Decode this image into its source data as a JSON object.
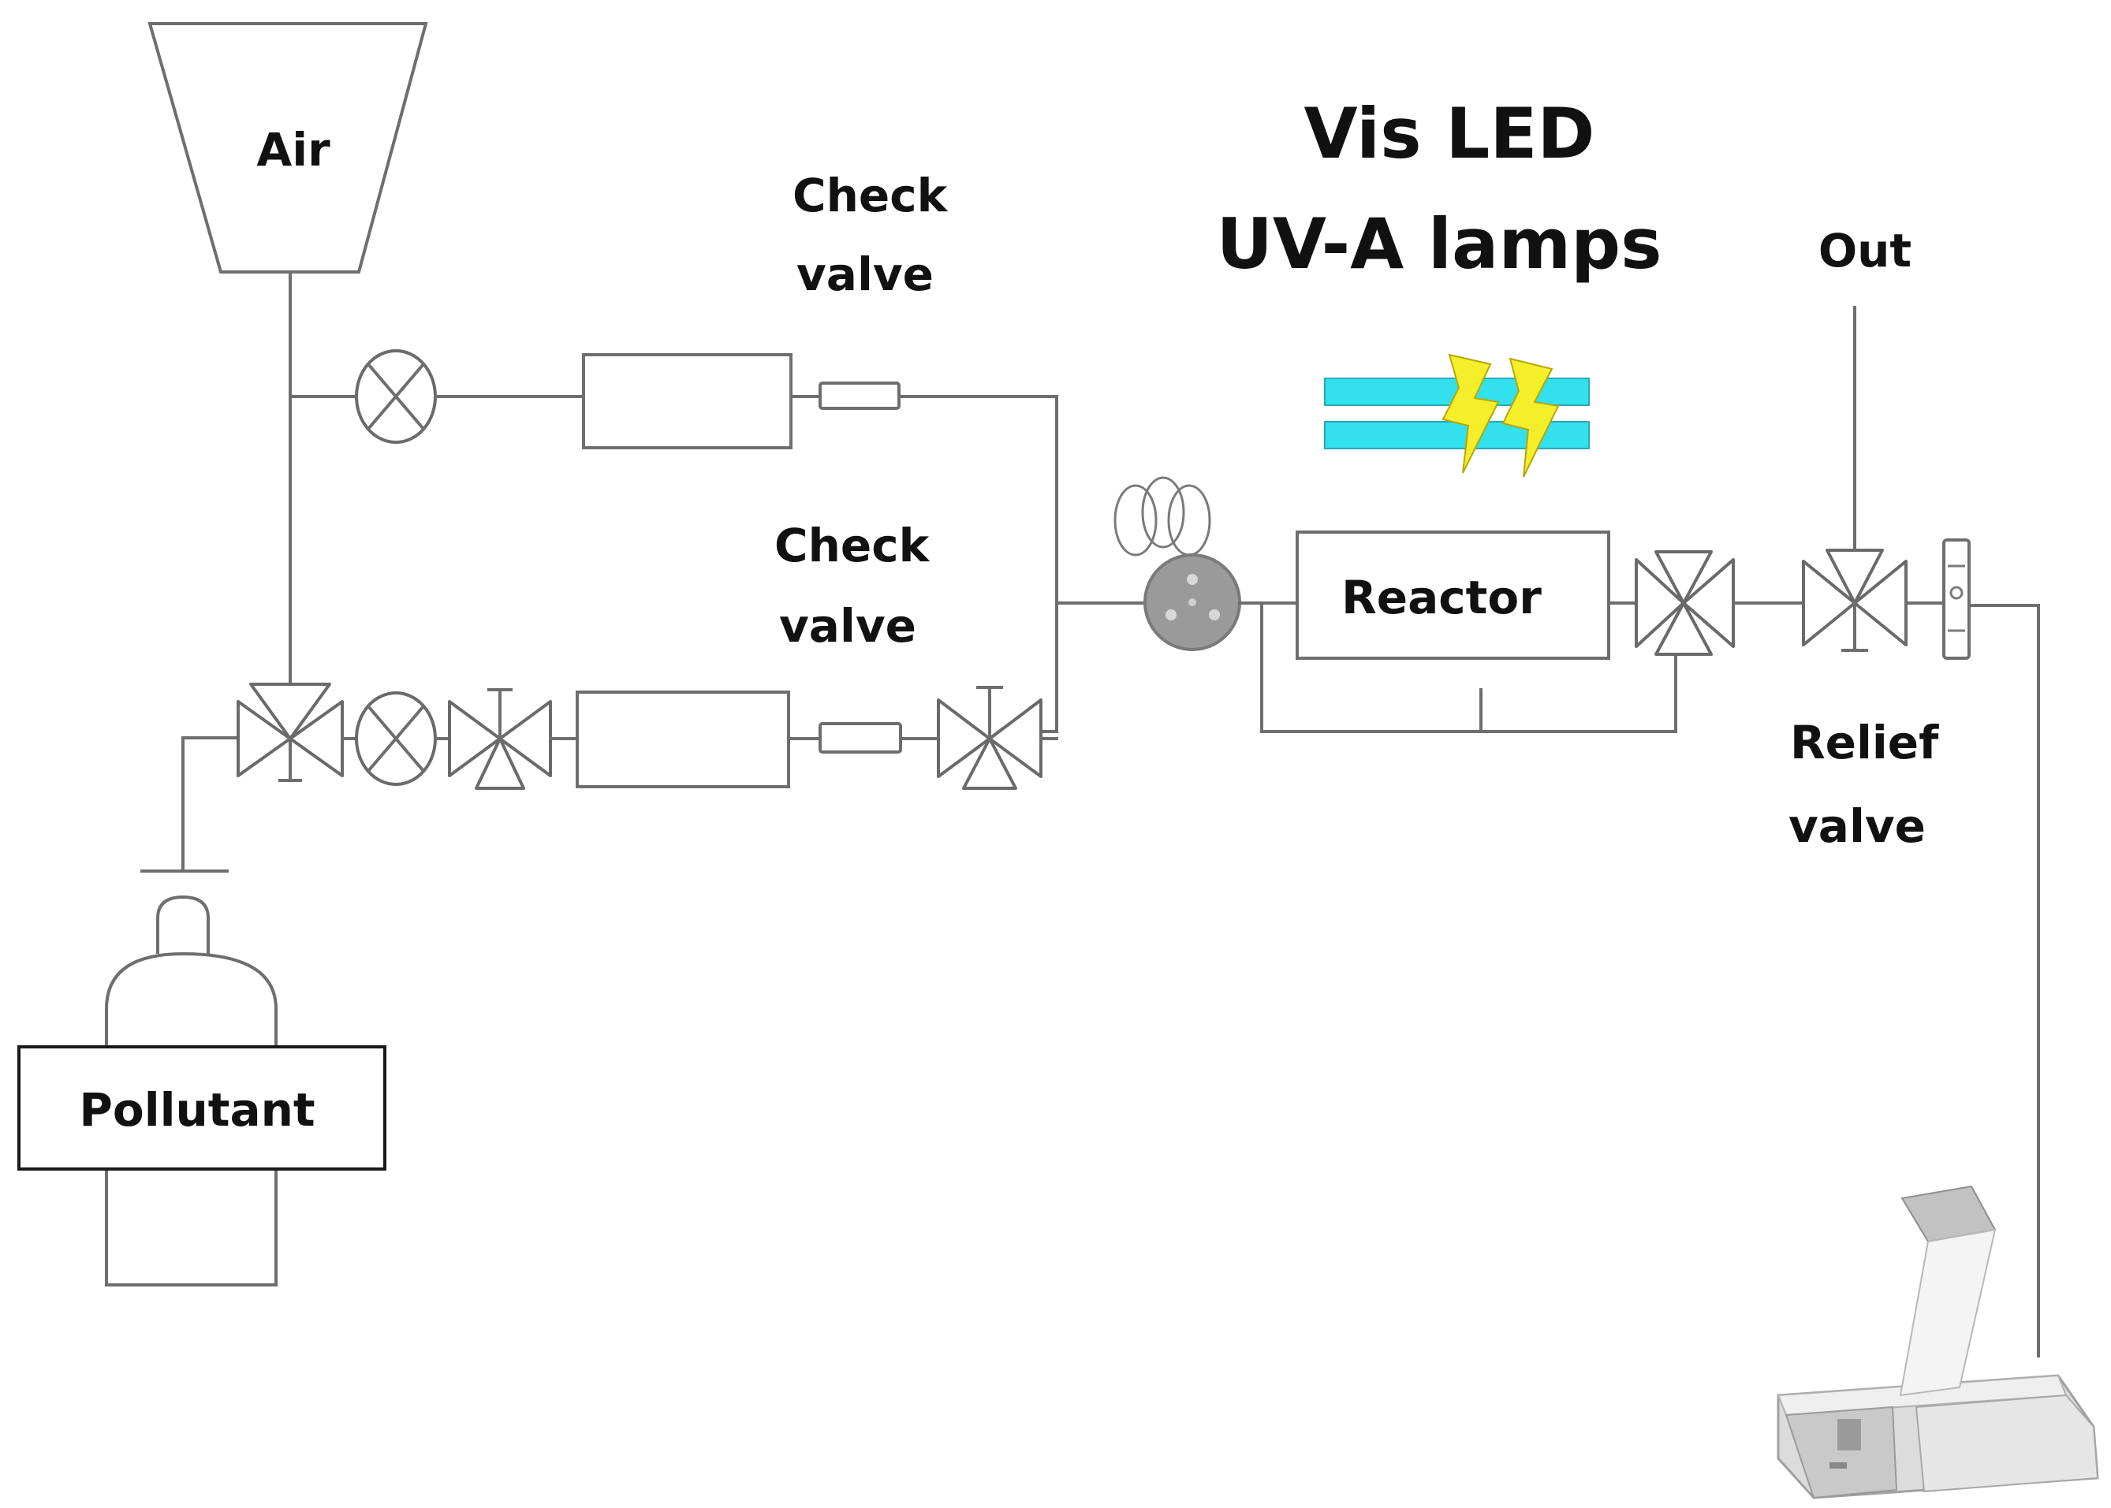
{
  "labels": {
    "air": "Air",
    "check_valve_top": [
      "Check",
      "valve"
    ],
    "check_valve_mid": [
      "Check",
      "valve"
    ],
    "lamps": [
      "Vis LED",
      "UV-A lamps"
    ],
    "out": "Out",
    "reactor": "Reactor",
    "relief_valve": [
      "Relief",
      "valve"
    ],
    "pollutant": "Pollutant"
  },
  "icons": {
    "lamp": "fluorescent-tube-icon",
    "light": "lightning-bolt-icon",
    "mixer": "gas-mixer-icon",
    "analyzer": "analyzer-instrument-icon"
  },
  "colors": {
    "lamp_tube": "#33e0ee",
    "lightning": "#f5ee2a",
    "pipe": "#6e6e6e"
  }
}
